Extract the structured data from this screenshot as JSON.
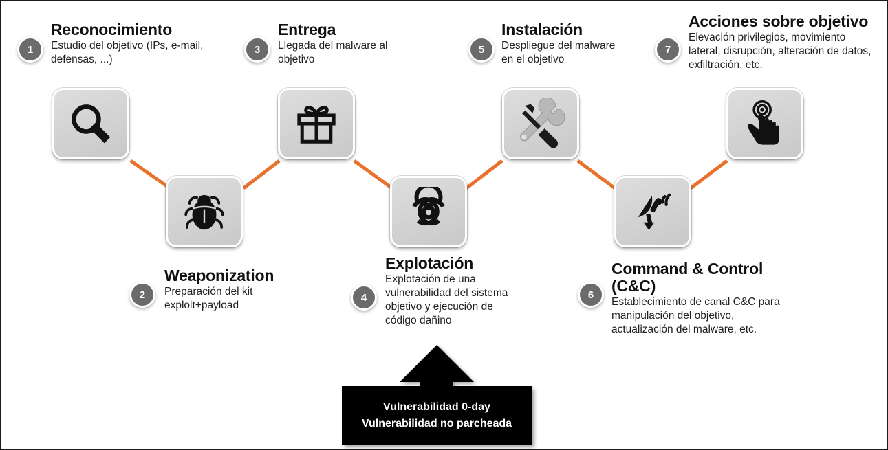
{
  "diagram": {
    "title_hidden": "Cyber Kill Chain",
    "accent_color": "#e8712c",
    "badge_color": "#6b6b6b",
    "tile_color": "#d4d4d4",
    "callout_bg": "#000000"
  },
  "steps": [
    {
      "number": "1",
      "title": "Reconocimiento",
      "desc": "Estudio del objetivo (IPs, e-mail,\ndefensas, ...)",
      "icon": "magnifier-icon"
    },
    {
      "number": "2",
      "title": "Weaponization",
      "desc": "Preparación del kit\nexploit+payload",
      "icon": "bug-icon"
    },
    {
      "number": "3",
      "title": "Entrega",
      "desc": "Llegada del malware al\nobjetivo",
      "icon": "gift-icon"
    },
    {
      "number": "4",
      "title": "Explotación",
      "desc": "Explotación de una\nvulnerabilidad del sistema\nobjetivo y ejecución de\ncódigo dañino",
      "icon": "biohazard-icon"
    },
    {
      "number": "5",
      "title": "Instalación",
      "desc": "Despliegue del malware\nen el objetivo",
      "icon": "tools-icon"
    },
    {
      "number": "6",
      "title": "Command & Control\n(C&C)",
      "desc": "Establecimiento de canal C&C para\nmanipulación del objetivo,\nactualización del malware, etc.",
      "icon": "satellite-dish-icon"
    },
    {
      "number": "7",
      "title": "Acciones sobre objetivo",
      "desc": "Elevación privilegios, movimiento\nlateral, disrupción, alteración de datos,\nexfiltración, etc.",
      "icon": "tap-hand-icon"
    }
  ],
  "callout": {
    "line1": "Vulnerabilidad 0-day",
    "line2": "Vulnerabilidad no parcheada"
  }
}
